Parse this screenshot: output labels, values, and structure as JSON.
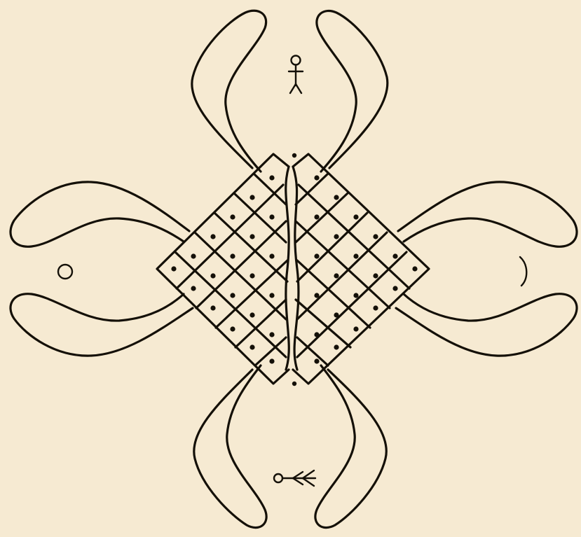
{
  "figure": {
    "background": "#f6ead2",
    "ink": "#141008",
    "symbols": [
      "stick-figure",
      "circle",
      "crescent-moon",
      "fish-arrow"
    ],
    "lattice": {
      "shape": "diamond",
      "halves": 2,
      "cells_per_side": 6,
      "dot_in_each_cell": true
    },
    "loops": [
      "top-left",
      "top-right",
      "left-upper",
      "left-lower",
      "right-upper",
      "right-lower",
      "bottom-left",
      "bottom-right"
    ]
  }
}
